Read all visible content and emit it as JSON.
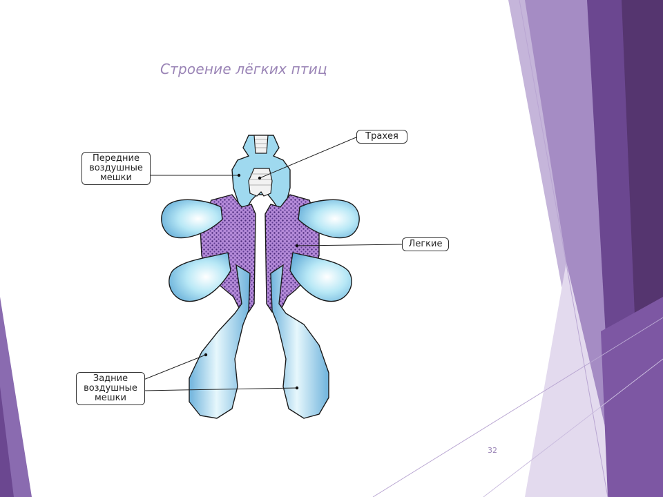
{
  "slide": {
    "title": "Строение лёгких птиц",
    "page_number": "32"
  },
  "labels": {
    "anterior_air_sacs": [
      "Передние",
      "воздушные",
      "мешки"
    ],
    "trachea": "Трахея",
    "lungs": "Легкие",
    "posterior_air_sacs": [
      "Задние",
      "воздушные",
      "мешки"
    ]
  },
  "colors": {
    "accent_purple": "#9a84b6",
    "dark_purple": "#5a3a78",
    "air_sac_blue": "#a6e0f2",
    "lung_purple": "#a87fd0"
  }
}
